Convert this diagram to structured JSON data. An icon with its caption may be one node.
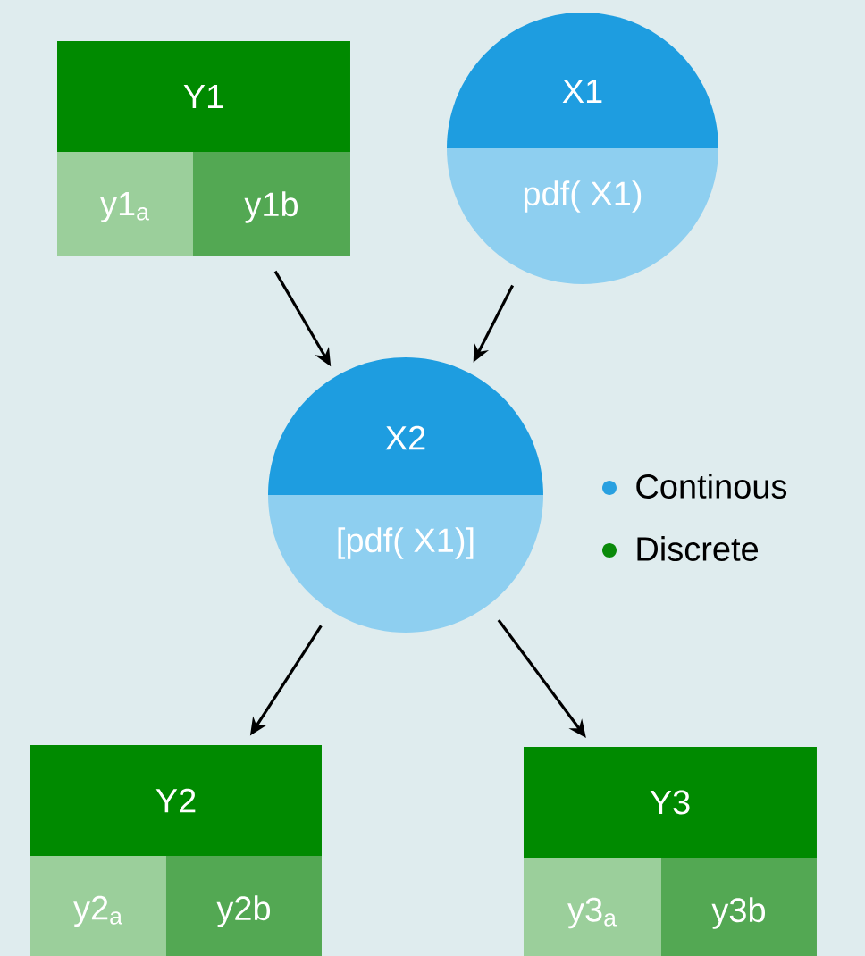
{
  "diagram": {
    "nodes": [
      {
        "text": [
          "Y1",
          "y1$_{a}$",
          "y1b"
        ]
      },
      {
        "text": [
          "X1",
          "pdf( X1)"
        ]
      },
      {
        "text": [
          "X2",
          "[pdf( X1)]"
        ]
      },
      {
        "text": [
          "Y2",
          "y2$_{a}$",
          "y2b"
        ]
      },
      {
        "text": [
          "Y3",
          "y3$_{a}$",
          "y3b"
        ]
      }
    ],
    "edges": [
      {
        "from": 0,
        "to": 2,
        "arrow": "to"
      },
      {
        "from": 1,
        "to": 2,
        "arrow": "to"
      },
      {
        "from": 2,
        "to": 3,
        "arrow": "to"
      },
      {
        "from": 2,
        "to": 4,
        "arrow": "to"
      }
    ],
    "legend": [
      {
        "text": "Continous",
        "color": "#29a0e0"
      },
      {
        "text": "Discrete",
        "color": "#0a8a0a"
      }
    ]
  }
}
